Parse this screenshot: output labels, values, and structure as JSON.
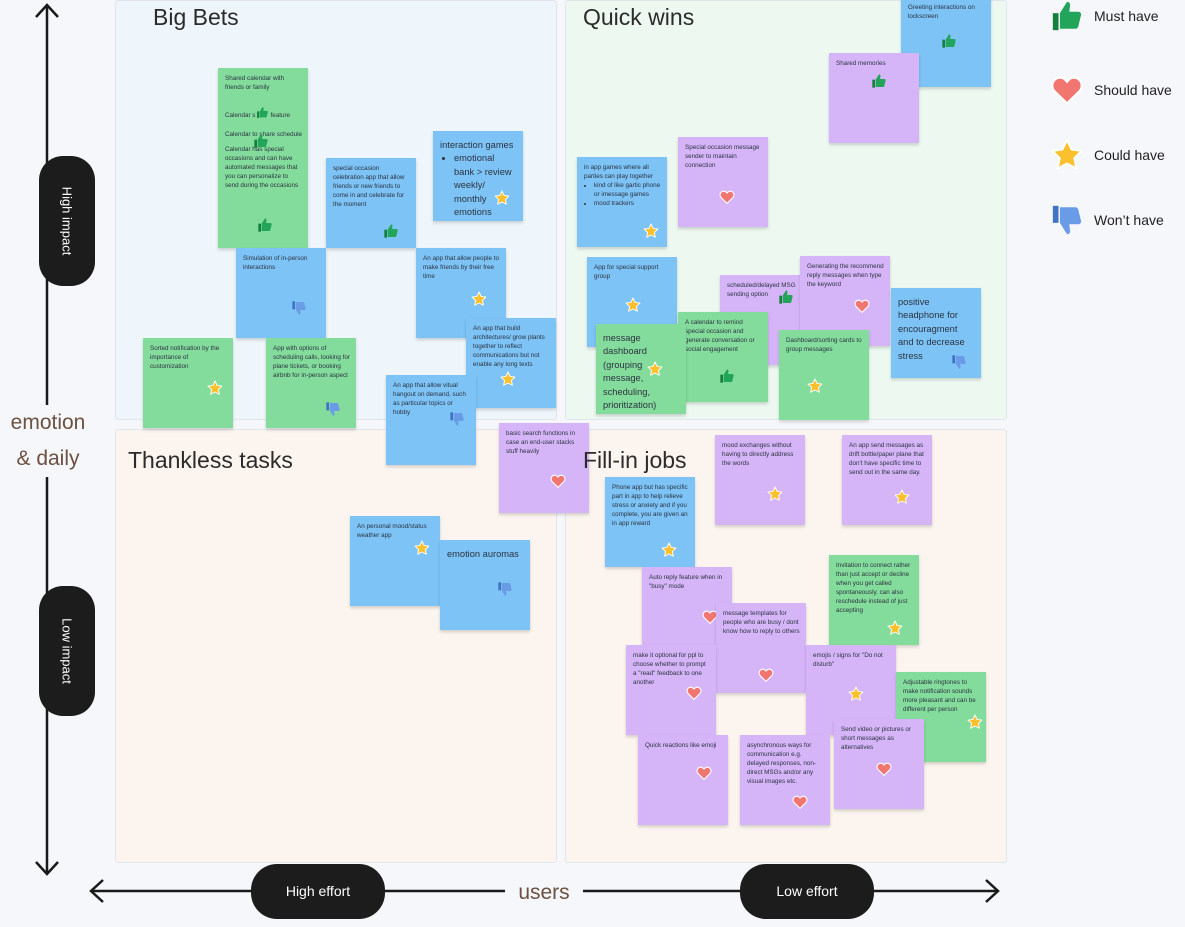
{
  "quadrants": {
    "big_bets": "Big Bets",
    "quick_wins": "Quick wins",
    "thankless_tasks": "Thankless tasks",
    "fill_in_jobs": "Fill-in jobs"
  },
  "axes": {
    "y_high": "High impact",
    "y_low": "Low impact",
    "y_label_line1": "emotion",
    "y_label_line2": "& daily",
    "x_high_effort": "High effort",
    "x_low_effort": "Low effort",
    "x_label": "users"
  },
  "legend": [
    {
      "label": "Must have",
      "icon": "thumbs-up-icon",
      "color": "#16a34a"
    },
    {
      "label": "Should have",
      "icon": "heart-icon",
      "color": "#f0706a"
    },
    {
      "label": "Could have",
      "icon": "star-icon",
      "color": "#fbbf24"
    },
    {
      "label": "Won’t have",
      "icon": "thumbs-down-icon",
      "color": "#5b8fd9"
    }
  ],
  "notes": {
    "greeting": "Greeting  interactions on lockscreen",
    "shared_memories": "Shared memories",
    "shared_calendar_1": "Shared calendar with friends or family",
    "shared_calendar_2a": "Calendar s",
    "shared_calendar_2b": "feature",
    "shared_calendar_3": "Calendar to share schedule",
    "shared_calendar_4": "Calendar has special occasions and can have automated messages that you can personalize to send during the occasions",
    "interaction_games_title": "interaction games",
    "interaction_games_bullet": "emotional bank > review weekly/ monthly emotions",
    "special_occasion_app": "special occasion celebration app that allow friends or new friends to come in and celebrate for the moment",
    "special_occasion_sender": "Special occasion message sender to maintain connection",
    "in_app_games_title": "in app games where all parties can play together",
    "in_app_games_bullet1": "kind of like gartic phone or imessage games",
    "in_app_games_bullet2": "mood trackers",
    "simulation": "Simulation of in-person interactions",
    "make_friends": "An app that allow people to make friends by their free time",
    "support_group": "App for special support group",
    "scheduled_msg": "scheduled/delayed MSG sending option",
    "generating_reply": "Generating the recommend reply messages when type the keyword",
    "headphone": "positive headphone for encouragment and to decrease stress",
    "architectures": "An app that build architectures/ grow plants together to reflect communications but not enable any long texts",
    "msg_dashboard": "message dashboard (grouping message, scheduling, prioritization)",
    "calendar_remind": "A calendar to remind special occasion and generate conversation or social engagement",
    "dashboard_cards": "Dashboard/sorting cards to group messages",
    "sorted_notification": "Sorted notification by the importance of customization",
    "scheduling_calls": "App with options of scheduling calls, looking for plane tickets, or booking airbnb for in-person aspect",
    "virtual_hangout": "An app that allow vitual hangout on demand, such as particular topics or hobby",
    "basic_search": "basic search functions in case an end-user stacks stuff heavily",
    "mood_exchanges": "mood exchanges without having to directly address the words",
    "drift_bottle": "An app send messages as drift bottle/paper plane that don't have specific time to send out in the same day.",
    "phone_app": "Phone app but has specific part in app to help relieve stress or anxiety and if you complete, you are given an in app reward",
    "mood_status": "An personal mood/status weather app",
    "emotion_auromas": "emotion auromas",
    "auto_reply": "Auto reply feature when in \"busy\" mode",
    "invitation": "Invitation to connect rather than just accept or decline when you get called spontaneously. can also reschedule instead of just accepting",
    "msg_templates": "message templates for people who are busy / dont know how to reply to others",
    "read_feedback": "make it optional for ppl to choose whether to prompt a \"read\" feedback to one another",
    "emojis_signs": "emojis / signs for \"Do not disturb\"",
    "ringtones": "Adjustable ringtones to make notification sounds more pleasant and can be different per person",
    "quick_reactions": "Quick reactions like emoji",
    "async_ways": "asynchronous ways for communication e.g. delayed responses, non-direct MSGs and/or any visual images etc.",
    "send_video": "Send video or pictures or short messages as alternatives"
  }
}
